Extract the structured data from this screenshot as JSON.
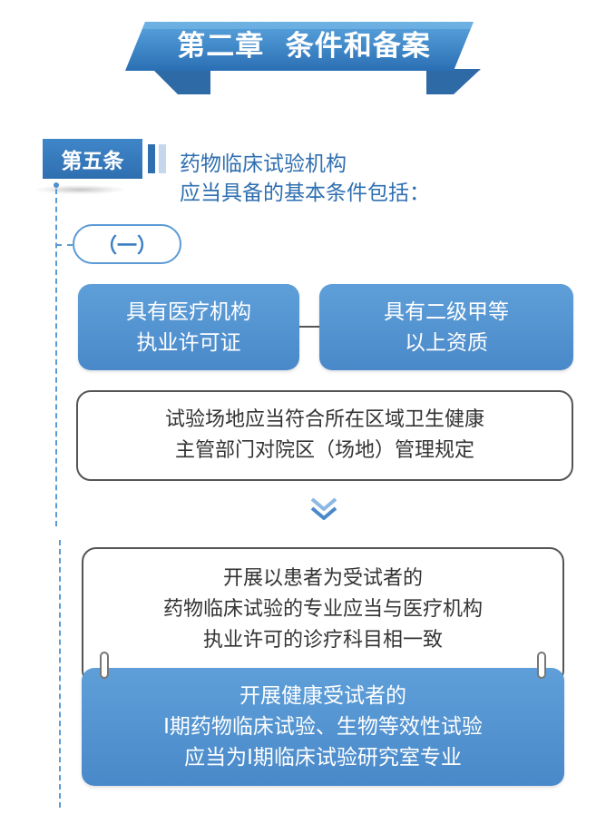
{
  "chapter": {
    "title": "第二章  条件和备案"
  },
  "article": {
    "tag": "第五条",
    "intro": [
      "药物临床试验机构",
      "应当具备的基本条件包括："
    ]
  },
  "item": {
    "label": "（一）"
  },
  "conditions": {
    "left": [
      "具有医疗机构",
      "执业许可证"
    ],
    "right": [
      "具有二级甲等",
      "以上资质"
    ],
    "site": [
      "试验场地应当符合所在区域卫生健康",
      "主管部门对院区（场地）管理规定"
    ],
    "specialty": [
      "开展以患者为受试者的",
      "药物临床试验的专业应当与医疗机构",
      "执业许可的诊疗科目相一致"
    ],
    "phase1": [
      "开展健康受试者的",
      "Ⅰ期药物临床试验、生物等效性试验",
      "应当为Ⅰ期临床试验研究室专业"
    ]
  },
  "icons": {
    "arrow": "double-chevron-down-icon"
  },
  "colors": {
    "accent": "#4a89c9",
    "dark_accent": "#2f6fb0",
    "outline": "#555555"
  }
}
